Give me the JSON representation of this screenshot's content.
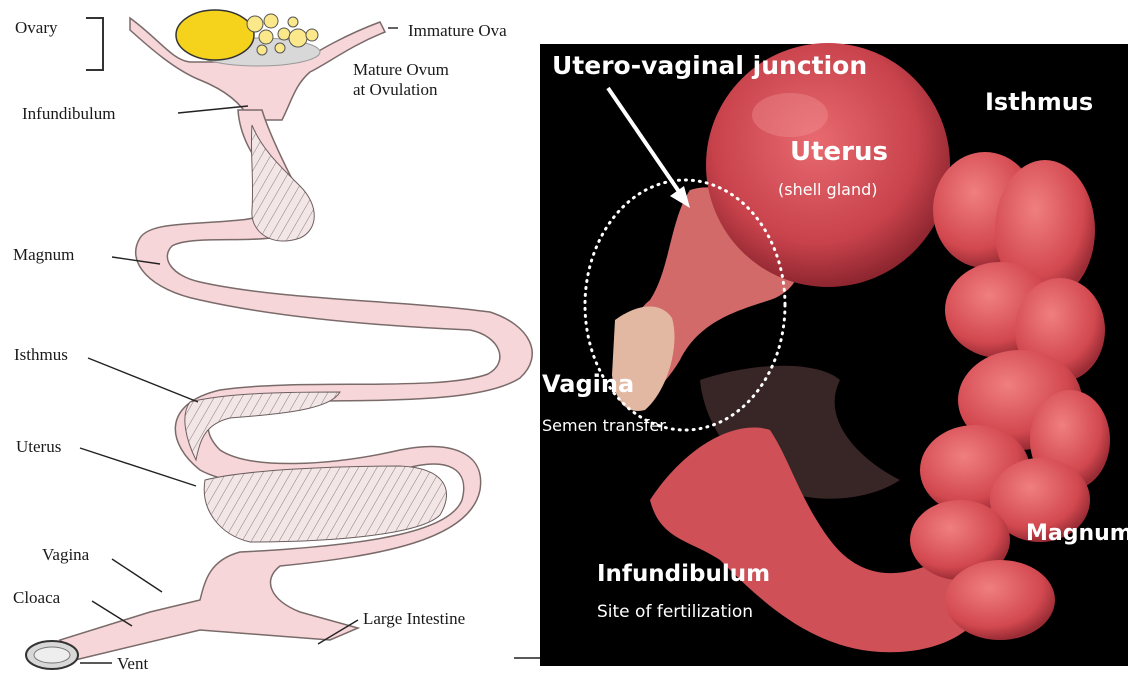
{
  "left_diagram": {
    "labels": {
      "ovary": "Ovary",
      "immature_ova": "Immature Ova",
      "mature_ovum_line1": "Mature Ovum",
      "mature_ovum_line2": "at Ovulation",
      "infundibulum": "Infundibulum",
      "magnum": "Magnum",
      "isthmus": "Isthmus",
      "uterus": "Uterus",
      "vagina": "Vagina",
      "cloaca": "Cloaca",
      "large_intestine": "Large Intestine",
      "vent": "Vent"
    },
    "colors": {
      "tract": "#f6d6d8",
      "tract_outline": "#7a6a6a",
      "yolk": "#f5d21c"
    }
  },
  "photo": {
    "labels": {
      "utero_vaginal_junction": "Utero-vaginal junction",
      "uterus": "Uterus",
      "shell_gland": "(shell gland)",
      "isthmus": "Isthmus",
      "vagina": "Vagina",
      "semen_transfer": "Semen transfer",
      "infundibulum": "Infundibulum",
      "site_of_fertilization": "Site of fertilization",
      "magnum": "Magnum"
    },
    "colors": {
      "background": "#000000",
      "tissue": "#d9545a",
      "tissue_dark": "#a92f38"
    }
  }
}
